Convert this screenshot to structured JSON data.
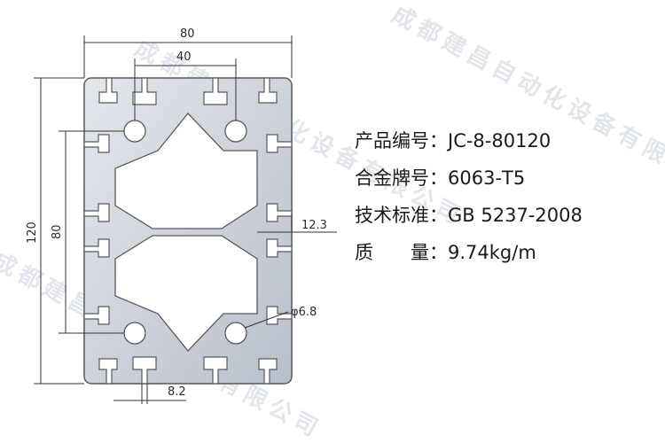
{
  "drawing": {
    "dimensions": {
      "width_total": "80",
      "slot_spacing": "40",
      "height_total": "120",
      "height_inner": "80",
      "slot_depth": "12.3",
      "hole_dia": "φ6.8",
      "slot_width": "8.2"
    },
    "watermark": "成都建昌自动化设备有限公司",
    "colors": {
      "profile_fill": "#cfd4dc",
      "profile_stroke": "#555a62",
      "line": "#333333"
    }
  },
  "specs": [
    {
      "label": "产品编号：",
      "value": "JC-8-80120"
    },
    {
      "label": "合金牌号：",
      "value": "6063-T5"
    },
    {
      "label": "技术标准：",
      "value": "GB 5237-2008"
    },
    {
      "label": "质　　量：",
      "value": "9.74kg/m"
    }
  ]
}
